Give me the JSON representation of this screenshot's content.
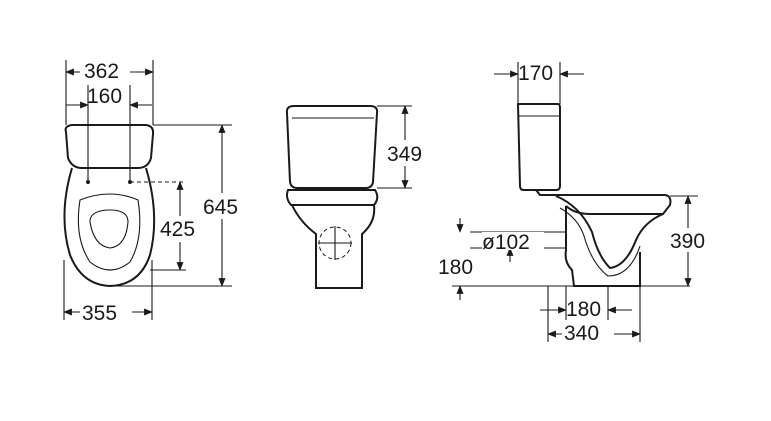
{
  "front_view": {
    "dims": {
      "overall_width": "362",
      "fixing_centres": "160",
      "fixing_height": "425",
      "overall_depth": "645",
      "bowl_width": "355"
    }
  },
  "middle_view": {
    "dims": {
      "cistern_height": "349"
    }
  },
  "side_view": {
    "dims": {
      "cistern_depth": "170",
      "outlet_diameter": "ø102",
      "outlet_height": "180",
      "pan_height": "390",
      "outlet_offset": "180",
      "base_depth": "340"
    }
  }
}
